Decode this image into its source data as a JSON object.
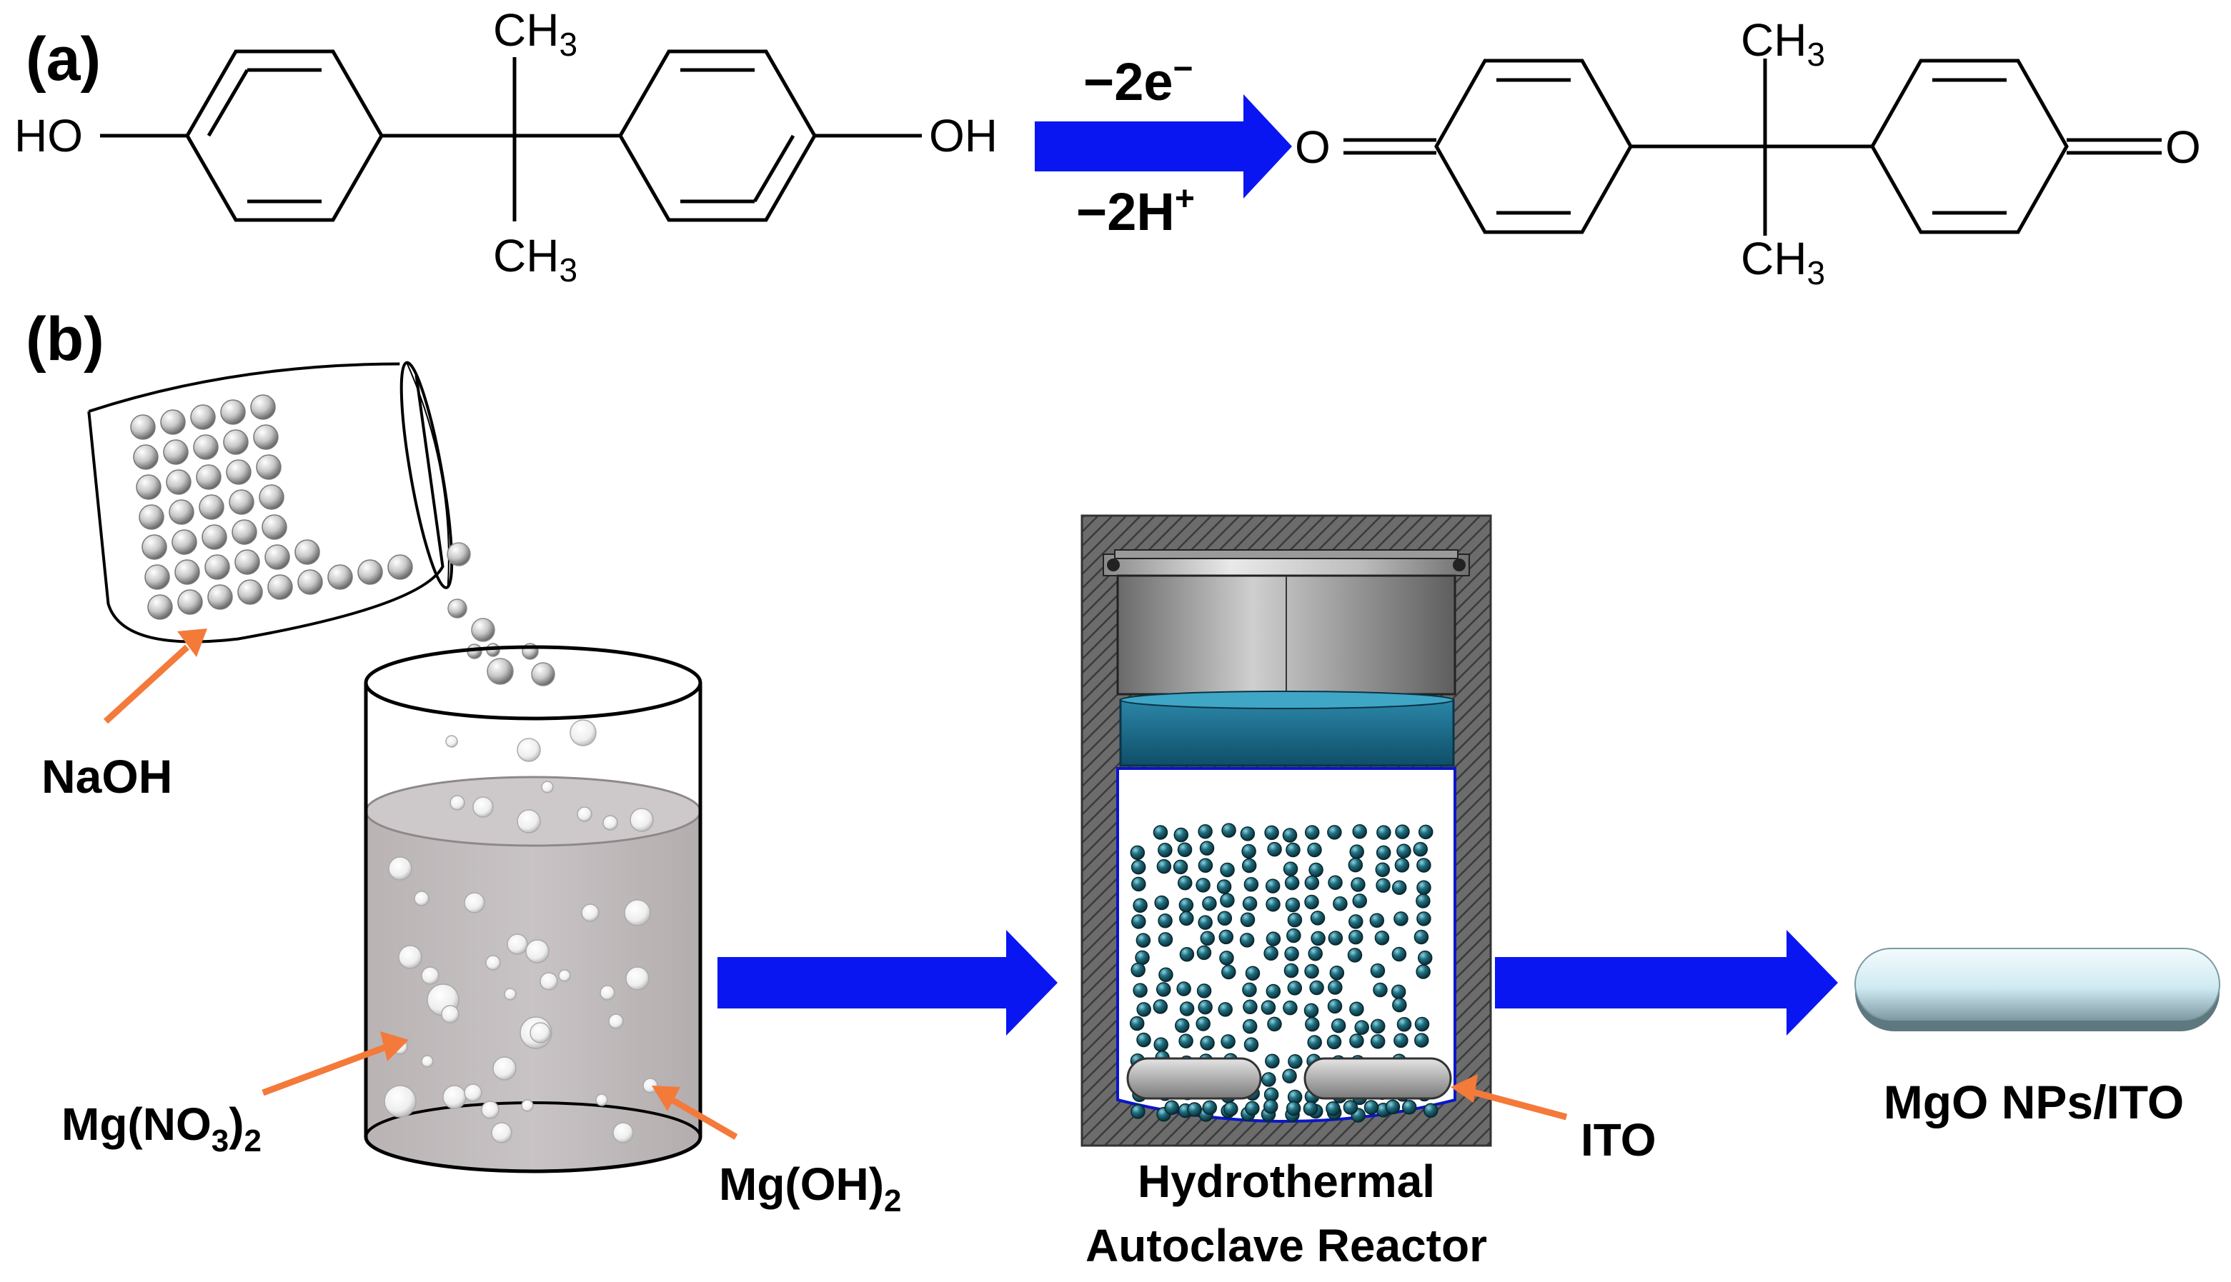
{
  "panel_a": {
    "label": "(a)",
    "reactant": {
      "left_group": "HO",
      "right_group": "OH",
      "methyl_top": "CH",
      "methyl_top_sub": "3",
      "methyl_bottom": "CH",
      "methyl_bottom_sub": "3"
    },
    "arrow": {
      "top_text": "−2e",
      "top_sup": "−",
      "bottom_text": "−2H",
      "bottom_sup": "+"
    },
    "product": {
      "left_group": "O",
      "right_group": "O",
      "methyl_top": "CH",
      "methyl_top_sub": "3",
      "methyl_bottom": "CH",
      "methyl_bottom_sub": "3"
    }
  },
  "panel_b": {
    "label": "(b)",
    "naoh_label": "NaOH",
    "mg_nitrate": {
      "text": "Mg(NO",
      "sub": "3",
      "close": ")",
      "sub2": "2"
    },
    "mg_hydroxide": {
      "text": "Mg(OH)",
      "sub": "2"
    },
    "reactor_label_line1": "Hydrothermal",
    "reactor_label_line2": "Autoclave Reactor",
    "ito_label": "ITO",
    "product_label": "MgO NPs/ITO"
  },
  "colors": {
    "process_arrow": "#0a16f2",
    "pointer_arrow": "#f47a3a",
    "liquid": "#c4bfc0",
    "particle": "#1f6f80",
    "reactor_wall": "#5a5a5a",
    "lid_band": "#135d7c",
    "electrode": "#d8eef4"
  }
}
